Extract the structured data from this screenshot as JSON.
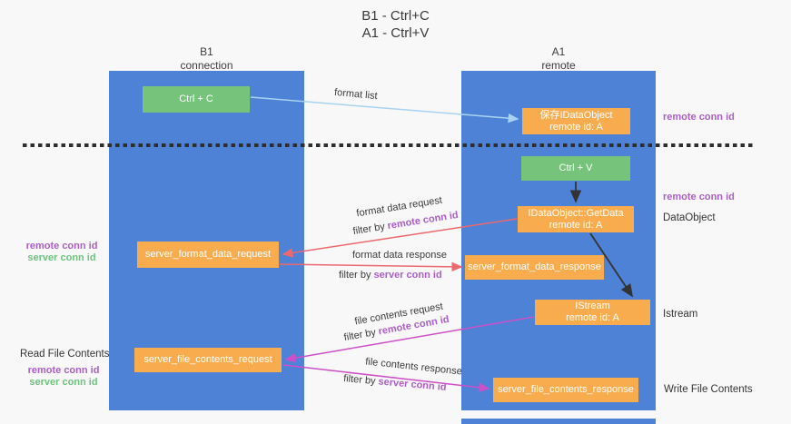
{
  "colors": {
    "lane_blue": "#4d82d6",
    "box_green": "#76c47c",
    "box_orange": "#f9ac4e",
    "text_purple": "#aa5fc8",
    "text_green": "#6ec37d",
    "arrow_salmon": "#eb696e",
    "arrow_magenta": "#cd50c8",
    "arrow_lightblue": "#a8d2f0",
    "arrow_black": "#333333"
  },
  "title": {
    "line1": "B1 - Ctrl+C",
    "line2": "A1 - Ctrl+V"
  },
  "lanes": {
    "left": {
      "name": "B1",
      "subtitle": "connection"
    },
    "right": {
      "name": "A1",
      "subtitle": "remote"
    }
  },
  "nodes": {
    "ctrl_c": {
      "label": "Ctrl + C"
    },
    "save_dataobject": {
      "line1": "保存IDataObject",
      "line2": "remote id: A"
    },
    "ctrl_v": {
      "label": "Ctrl + V"
    },
    "getdata": {
      "line1": "IDataObject::GetData",
      "line2": "remote id: A"
    },
    "server_format_data_request": {
      "label": "server_format_data_request"
    },
    "server_format_data_response": {
      "label": "server_format_data_response"
    },
    "istream": {
      "line1": "IStream",
      "line2": "remote id: A"
    },
    "server_file_contents_request": {
      "label": "server_file_contents_request"
    },
    "server_file_contents_response": {
      "label": "server_file_contents_response"
    }
  },
  "edges": {
    "format_list": "format list",
    "format_data_request": "format data request",
    "format_data_response": "format data response",
    "file_contents_request": "file contents request",
    "file_contents_response": "file contents response",
    "filter_by": "filter by",
    "remote_conn_id": "remote conn id",
    "server_conn_id": "server conn id"
  },
  "side_labels": {
    "remote_conn_id": "remote conn id",
    "server_conn_id": "server conn id",
    "dataobject": "DataObject",
    "istream": "Istream",
    "read_file_contents": "Read File Contents",
    "write_file_contents": "Write File Contents"
  }
}
